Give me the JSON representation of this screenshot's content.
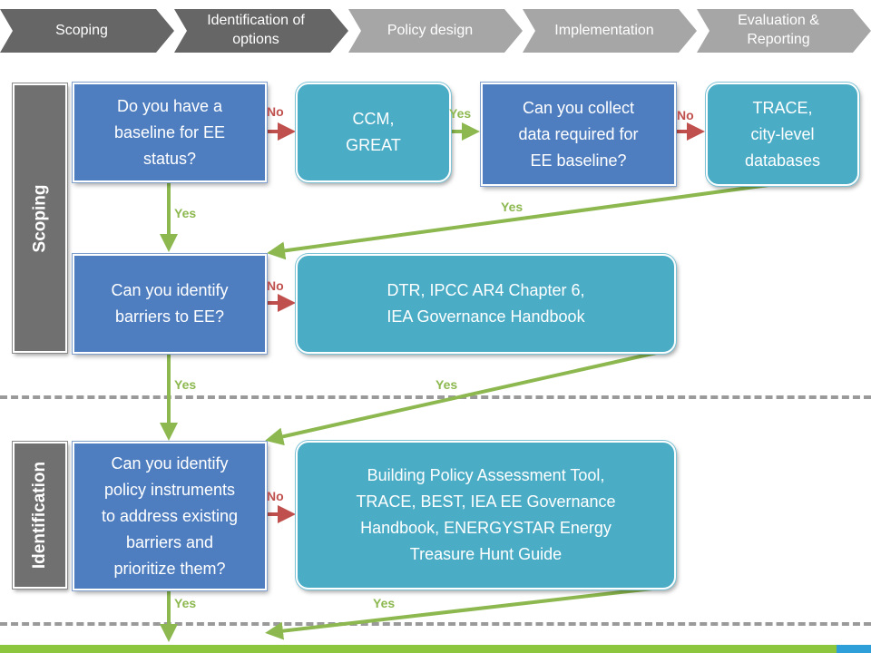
{
  "process_steps": [
    {
      "label": "Scoping",
      "style": "dark"
    },
    {
      "label": "Identification of options",
      "style": "dark"
    },
    {
      "label": "Policy design",
      "style": "light"
    },
    {
      "label": "Implementation",
      "style": "light"
    },
    {
      "label": "Evaluation & Reporting",
      "style": "light"
    }
  ],
  "phases": {
    "scoping": "Scoping",
    "identification": "Identification"
  },
  "questions": {
    "baseline": "Do you have a\nbaseline for EE\nstatus?",
    "collect_data": "Can you collect\ndata required for\nEE baseline?",
    "barriers": "Can you identify\nbarriers to EE?",
    "instruments": "Can you identify\npolicy instruments\nto address existing\nbarriers and\nprioritize them?"
  },
  "tools": {
    "ccm": "CCM,\nGREAT",
    "trace": "TRACE,\ncity-level\ndatabases",
    "dtr": "DTR, IPCC AR4 Chapter 6,\nIEA Governance Handbook",
    "bpat": "Building Policy Assessment Tool,\nTRACE, BEST, IEA EE Governance\nHandbook, ENERGYSTAR Energy\nTreasure Hunt Guide"
  },
  "edge_labels": {
    "no": "No",
    "yes": "Yes"
  },
  "colors": {
    "question_box": "#4f7ec0",
    "tool_box": "#4bacc6",
    "yes_arrow": "#8cb84f",
    "no_arrow": "#c0504d",
    "phase_bar": "#707070",
    "step_active": "#666666",
    "step_inactive": "#a6a6a6"
  }
}
